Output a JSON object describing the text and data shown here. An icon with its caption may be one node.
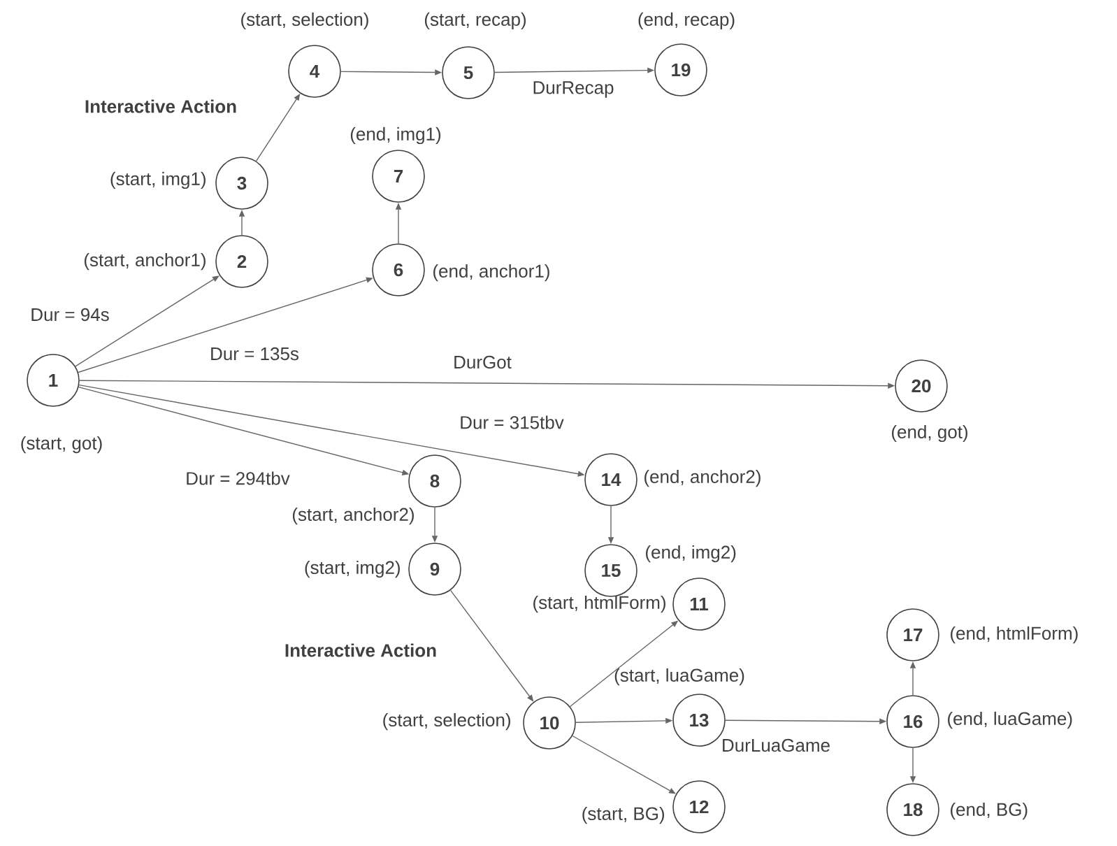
{
  "diagram": {
    "nodes": [
      {
        "text": [
          "1"
        ],
        "beside": [
          "(start, got)"
        ]
      },
      {
        "text": [
          "2"
        ],
        "beside": [
          "(start, anchor1)"
        ]
      },
      {
        "text": [
          "3"
        ],
        "beside": [
          "(start, img1)"
        ]
      },
      {
        "text": [
          "4"
        ],
        "beside": [
          "(start, selection)"
        ]
      },
      {
        "text": [
          "5"
        ],
        "beside": [
          "(start, recap)"
        ]
      },
      {
        "text": [
          "6"
        ],
        "beside": [
          "(end, anchor1)"
        ]
      },
      {
        "text": [
          "7"
        ],
        "beside": [
          "(end, img1)"
        ]
      },
      {
        "text": [
          "8"
        ],
        "beside": [
          "(start, anchor2)"
        ]
      },
      {
        "text": [
          "9"
        ],
        "beside": [
          "(start, img2)"
        ]
      },
      {
        "text": [
          "10"
        ],
        "beside": [
          "(start, selection)"
        ]
      },
      {
        "text": [
          "11"
        ],
        "beside": [
          "(start, htmlForm)"
        ]
      },
      {
        "text": [
          "12"
        ],
        "beside": [
          "(start, BG)"
        ]
      },
      {
        "text": [
          "13"
        ],
        "beside": [
          "(start, luaGame)"
        ]
      },
      {
        "text": [
          "14"
        ],
        "beside": [
          "(end, anchor2)"
        ]
      },
      {
        "text": [
          "15"
        ],
        "beside": [
          "(end, img2)"
        ]
      },
      {
        "text": [
          "16"
        ],
        "beside": [
          "(end, luaGame)"
        ]
      },
      {
        "text": [
          "17"
        ],
        "beside": [
          "(end, htmlForm)"
        ]
      },
      {
        "text": [
          "18"
        ],
        "beside": [
          "(end, BG)"
        ]
      },
      {
        "text": [
          "19"
        ],
        "beside": [
          "(end, recap)"
        ]
      },
      {
        "text": [
          "20"
        ],
        "beside": [
          "(end, got)"
        ]
      }
    ],
    "edges": [
      {
        "from": 0,
        "to": 1,
        "arrow": "to",
        "label": "Dur = 94s"
      },
      {
        "from": 1,
        "to": 2,
        "arrow": "to"
      },
      {
        "from": 2,
        "to": 3,
        "arrow": "to"
      },
      {
        "from": 3,
        "to": 4,
        "arrow": "to"
      },
      {
        "from": 4,
        "to": 18,
        "arrow": "to",
        "label": "DurRecap"
      },
      {
        "from": 0,
        "to": 5,
        "arrow": "to",
        "label": "Dur = 135s"
      },
      {
        "from": 5,
        "to": 6,
        "arrow": "to"
      },
      {
        "from": 0,
        "to": 19,
        "arrow": "to",
        "label": "DurGot"
      },
      {
        "from": 0,
        "to": 13,
        "arrow": "to",
        "label": "Dur = 315tbv"
      },
      {
        "from": 0,
        "to": 7,
        "arrow": "to",
        "label": "Dur = 294tbv"
      },
      {
        "from": 7,
        "to": 8,
        "arrow": "to"
      },
      {
        "from": 13,
        "to": 14,
        "arrow": "to"
      },
      {
        "from": 8,
        "to": 9,
        "arrow": "to"
      },
      {
        "from": 9,
        "to": 10,
        "arrow": "to"
      },
      {
        "from": 9,
        "to": 12,
        "arrow": "to"
      },
      {
        "from": 9,
        "to": 11,
        "arrow": "to"
      },
      {
        "from": 12,
        "to": 15,
        "arrow": "to",
        "label": "DurLuaGame"
      },
      {
        "from": 15,
        "to": 16,
        "arrow": "to"
      },
      {
        "from": 15,
        "to": 17,
        "arrow": "to"
      }
    ],
    "labels": [
      "Interactive Action",
      "Interactive Action"
    ]
  }
}
